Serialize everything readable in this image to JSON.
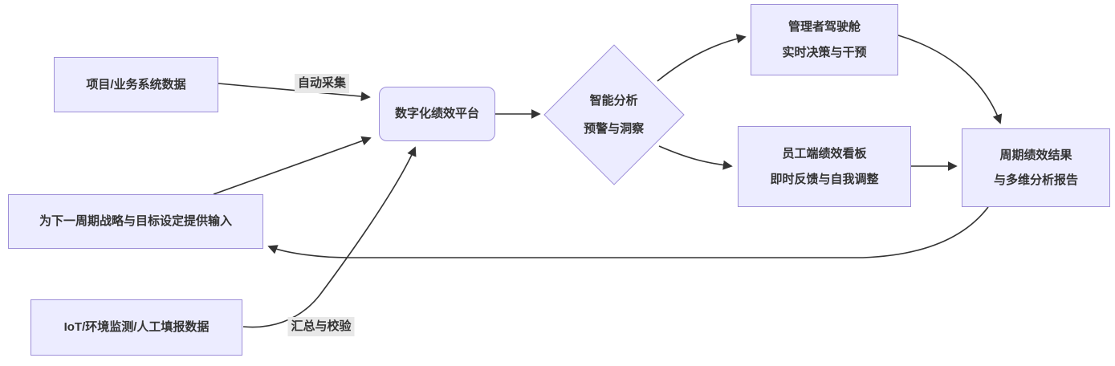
{
  "diagram": {
    "type": "flowchart",
    "colors": {
      "node_fill": "#ECECFF",
      "node_border": "#9e8fd8",
      "edge": "#333333",
      "edge_label_bg": "#e8e8e8",
      "text": "#333333",
      "background": "#ffffff"
    },
    "nodes": {
      "project_data": {
        "label": "项目/业务系统数据"
      },
      "platform": {
        "label": "数字化绩效平台"
      },
      "analysis": {
        "line1": "智能分析",
        "line2": "预警与洞察"
      },
      "manager": {
        "line1": "管理者驾驶舱",
        "line2": "实时决策与干预"
      },
      "employee": {
        "line1": "员工端绩效看板",
        "line2": "即时反馈与自我调整"
      },
      "result": {
        "line1": "周期绩效结果",
        "line2": "与多维分析报告"
      },
      "next_cycle": {
        "label": "为下一周期战略与目标设定提供输入"
      },
      "iot_data": {
        "label": "IoT/环境监测/人工填报数据"
      }
    },
    "edge_labels": {
      "auto_collect": "自动采集",
      "aggregate_verify": "汇总与校验"
    },
    "edges": [
      {
        "from": "project_data",
        "to": "platform",
        "label": "自动采集"
      },
      {
        "from": "iot_data",
        "to": "platform",
        "label": "汇总与校验"
      },
      {
        "from": "next_cycle",
        "to": "platform",
        "label": ""
      },
      {
        "from": "platform",
        "to": "analysis",
        "label": ""
      },
      {
        "from": "analysis",
        "to": "manager",
        "label": ""
      },
      {
        "from": "analysis",
        "to": "employee",
        "label": ""
      },
      {
        "from": "manager",
        "to": "result",
        "label": ""
      },
      {
        "from": "employee",
        "to": "result",
        "label": ""
      },
      {
        "from": "result",
        "to": "next_cycle",
        "label": ""
      }
    ]
  }
}
